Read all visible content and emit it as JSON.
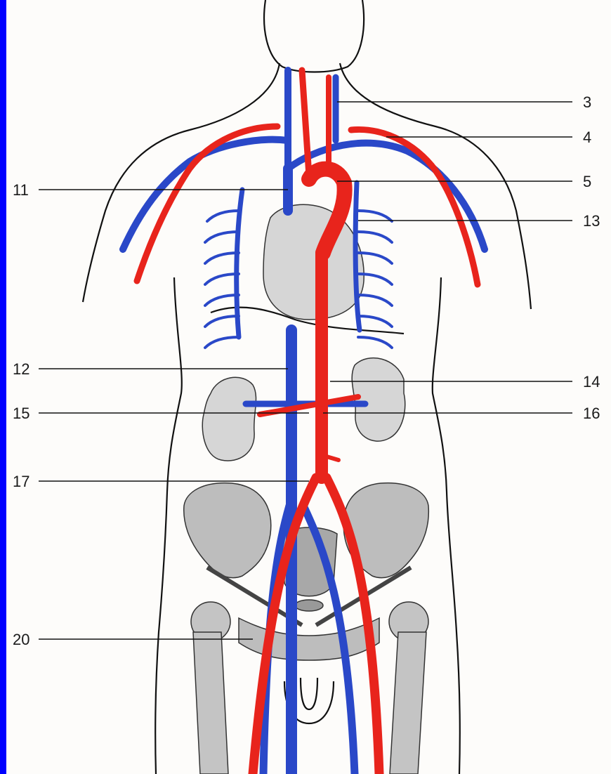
{
  "figure": {
    "colors": {
      "frame": "#0000ff",
      "background": "#fdfcfa",
      "artery": "#e8241c",
      "vein": "#2a48c8",
      "outline": "#111111",
      "bone": "#bdbdbd",
      "organ": "#d6d6d6"
    },
    "labels": [
      {
        "id": "3",
        "text": "3",
        "side": "right"
      },
      {
        "id": "4",
        "text": "4",
        "side": "right"
      },
      {
        "id": "5",
        "text": "5",
        "side": "right"
      },
      {
        "id": "11",
        "text": "11",
        "side": "left"
      },
      {
        "id": "13",
        "text": "13",
        "side": "right"
      },
      {
        "id": "12",
        "text": "12",
        "side": "left"
      },
      {
        "id": "14",
        "text": "14",
        "side": "right"
      },
      {
        "id": "15",
        "text": "15",
        "side": "left"
      },
      {
        "id": "16",
        "text": "16",
        "side": "right"
      },
      {
        "id": "17",
        "text": "17",
        "side": "left"
      },
      {
        "id": "20",
        "text": "20",
        "side": "left"
      }
    ]
  }
}
